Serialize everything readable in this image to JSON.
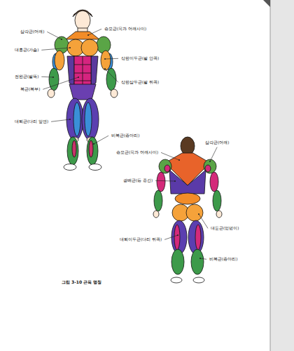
{
  "diagram": {
    "caption": "그림 3-10 근육 명칭",
    "labels": [
      "삼각근(어깨)",
      "승모근(목과 어깨사이)",
      "대흉근(가슴)",
      "상완이두근(팔 안쪽)",
      "전완근(팔뚝)",
      "상완삼두근(팔 뒤쪽)",
      "복근(복부)",
      "대퇴근(다리 앞면)",
      "비복근(종아리)",
      "승모근(목과 어깨사이)",
      "삼각근(어깨)",
      "광배근(등 중간)",
      "대둔근(엉덩이)",
      "대퇴이두근(다리 뒤쪽)",
      "비복근(종아리)"
    ]
  }
}
